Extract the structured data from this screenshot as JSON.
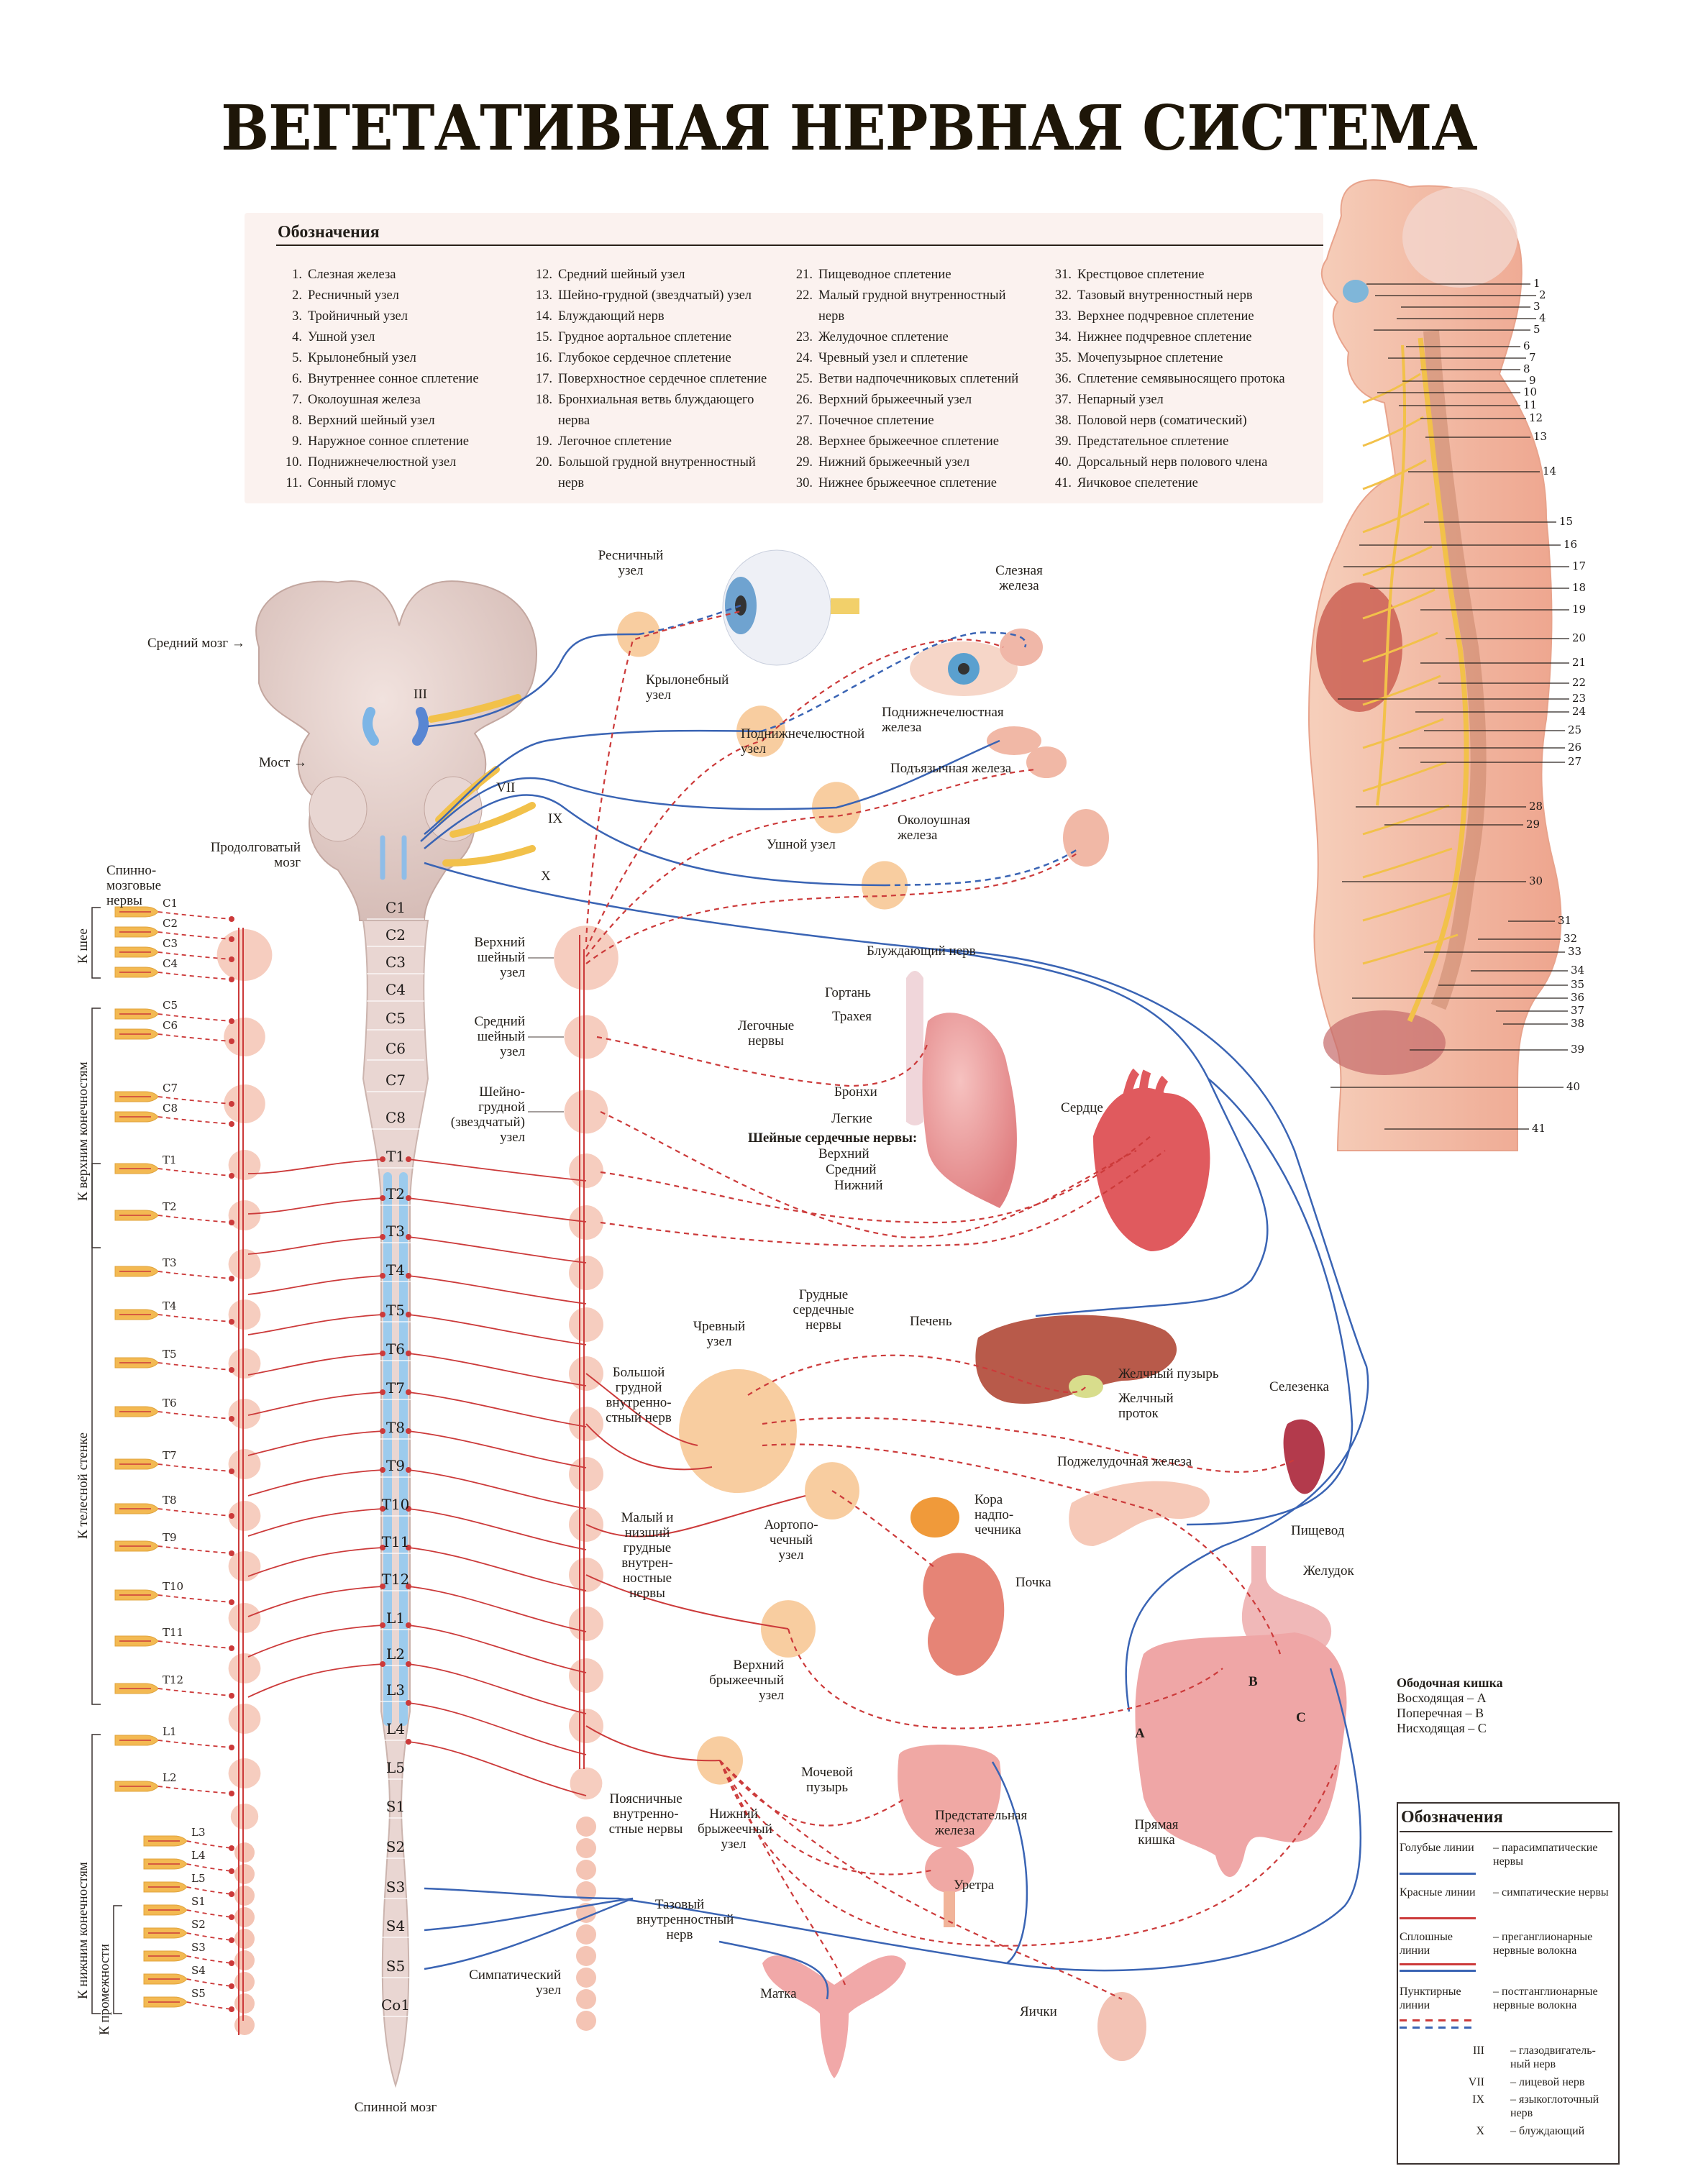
{
  "title": "ВЕГЕТАТИВНАЯ НЕРВНАЯ СИСТЕМА",
  "legend_top": {
    "heading": "Обозначения",
    "items": [
      {
        "n": "1.",
        "t": "Слезная железа"
      },
      {
        "n": "2.",
        "t": "Ресничный узел"
      },
      {
        "n": "3.",
        "t": "Тройничный узел"
      },
      {
        "n": "4.",
        "t": "Ушной узел"
      },
      {
        "n": "5.",
        "t": "Крылонебный узел"
      },
      {
        "n": "6.",
        "t": "Внутреннее сонное сплетение"
      },
      {
        "n": "7.",
        "t": "Околоушная железа"
      },
      {
        "n": "8.",
        "t": "Верхний шейный узел"
      },
      {
        "n": "9.",
        "t": "Наружное сонное сплетение"
      },
      {
        "n": "10.",
        "t": "Поднижнечелюстной узел"
      },
      {
        "n": "11.",
        "t": "Сонный гломус"
      },
      {
        "n": "12.",
        "t": "Средний шейный узел"
      },
      {
        "n": "13.",
        "t": "Шейно-грудной (звездчатый) узел"
      },
      {
        "n": "14.",
        "t": "Блуждающий нерв"
      },
      {
        "n": "15.",
        "t": "Грудное аортальное сплетение"
      },
      {
        "n": "16.",
        "t": "Глубокое сердечное сплетение"
      },
      {
        "n": "17.",
        "t": "Поверхностное сердечное сплетение"
      },
      {
        "n": "18.",
        "t": "Бронхиальная ветвь блуждающего нерва"
      },
      {
        "n": "19.",
        "t": "Легочное сплетение"
      },
      {
        "n": "20.",
        "t": "Большой грудной внутренностный нерв"
      },
      {
        "n": "21.",
        "t": "Пищеводное сплетение"
      },
      {
        "n": "22.",
        "t": "Малый грудной внутренностный нерв"
      },
      {
        "n": "23.",
        "t": "Желудочное сплетение"
      },
      {
        "n": "24.",
        "t": "Чревный узел и сплетение"
      },
      {
        "n": "25.",
        "t": "Ветви надпочечниковых сплетений"
      },
      {
        "n": "26.",
        "t": "Верхний брыжеечный узел"
      },
      {
        "n": "27.",
        "t": "Почечное сплетение"
      },
      {
        "n": "28.",
        "t": "Верхнее брыжеечное сплетение"
      },
      {
        "n": "29.",
        "t": "Нижний брыжеечный узел"
      },
      {
        "n": "30.",
        "t": "Нижнее брыжеечное сплетение"
      },
      {
        "n": "31.",
        "t": "Крестцовое сплетение"
      },
      {
        "n": "32.",
        "t": "Тазовый внутренностный нерв"
      },
      {
        "n": "33.",
        "t": "Верхнее подчревное сплетение"
      },
      {
        "n": "34.",
        "t": "Нижнее подчревное сплетение"
      },
      {
        "n": "35.",
        "t": "Мочепузырное сплетение"
      },
      {
        "n": "36.",
        "t": "Сплетение семявыносящего протока"
      },
      {
        "n": "37.",
        "t": "Непарный узел"
      },
      {
        "n": "38.",
        "t": "Половой нерв (соматический)"
      },
      {
        "n": "39.",
        "t": "Предстательное сплетение"
      },
      {
        "n": "40.",
        "t": "Дорсальный нерв полового члена"
      },
      {
        "n": "41.",
        "t": "Яичковое спелетение"
      }
    ]
  },
  "body_figure_numbers": [
    "1",
    "2",
    "3",
    "4",
    "5",
    "6",
    "7",
    "8",
    "9",
    "10",
    "11",
    "12",
    "13",
    "14",
    "15",
    "16",
    "17",
    "18",
    "19",
    "20",
    "21",
    "22",
    "23",
    "24",
    "25",
    "26",
    "27",
    "28",
    "29",
    "30",
    "31",
    "32",
    "33",
    "34",
    "35",
    "36",
    "37",
    "38",
    "39",
    "40",
    "41"
  ],
  "brain_labels": {
    "midbrain": "Средний мозг",
    "pons": "Мост",
    "medulla": "Продолговатый мозг",
    "spinal_nerves": "Спинно-мозговые нервы",
    "spinal_cord": "Спинной мозг",
    "cn_III": "III",
    "cn_VII": "VII",
    "cn_IX": "IX",
    "cn_X": "X"
  },
  "spinal_segments": [
    "C1",
    "C2",
    "C3",
    "C4",
    "C5",
    "C6",
    "C7",
    "C8",
    "T1",
    "T2",
    "T3",
    "T4",
    "T5",
    "T6",
    "T7",
    "T8",
    "T9",
    "T10",
    "T11",
    "T12",
    "L1",
    "L2",
    "L3",
    "L4",
    "L5",
    "S1",
    "S2",
    "S3",
    "S4",
    "S5",
    "Co1"
  ],
  "left_nerves": [
    "C1",
    "C2",
    "C3",
    "C4",
    "C5",
    "C6",
    "C7",
    "C8",
    "T1",
    "T2",
    "T3",
    "T4",
    "T5",
    "T6",
    "T7",
    "T8",
    "T9",
    "T10",
    "T11",
    "T12",
    "L1",
    "L2",
    "L3",
    "L4",
    "L5",
    "S1",
    "S2",
    "S3",
    "S4",
    "S5"
  ],
  "left_groups": {
    "neck": "К шее",
    "upper_limbs": "К верхним конечностям",
    "body_wall": "К телесной стенке",
    "lower_limbs": "К нижним конечностям",
    "perineum": "К промежности"
  },
  "ganglia_labels": {
    "superior_cervical": "Верхний шейный узел",
    "middle_cervical": "Средний шейный узел",
    "cervicothoracic": "Шейно-грудной (звездчатый) узел",
    "sympathetic": "Симпатический узел",
    "ciliary": "Ресничный узел",
    "pterygopalatine": "Крылонебный узел",
    "submandibular": "Поднижнечелюстной узел",
    "otic": "Ушной узел",
    "celiac": "Чревный узел",
    "aorticorenal": "Аортопо-чечный узел",
    "sup_mesenteric": "Верхний брыжеечный узел",
    "inf_mesenteric": "Нижний брыжеечный узел"
  },
  "nerve_labels": {
    "vagus": "Блуждающий нерв",
    "pulmonary": "Легочные нервы",
    "cervical_cardiac": "Шейные сердечные нервы:",
    "cc_upper": "Верхний",
    "cc_middle": "Средний",
    "cc_lower": "Нижний",
    "thoracic_cardiac": "Грудные сердечные нервы",
    "greater_splanchnic": "Большой грудной внутренно-стный нерв",
    "lesser_splanchnic": "Малый и низший грудные внутрен-ностные нервы",
    "lumbar_splanchnic": "Поясничные внутренно-стные нервы",
    "pelvic_splanchnic": "Тазовый внутренностный нерв"
  },
  "organ_labels": {
    "lacrimal": "Слезная железа",
    "submandibular_gland": "Поднижнечелюстная железа",
    "sublingual": "Подъязычная железа",
    "parotid": "Околоушная железа",
    "larynx": "Гортань",
    "trachea": "Трахея",
    "bronchi": "Бронхи",
    "lungs": "Легкие",
    "heart": "Сердце",
    "liver": "Печень",
    "gallbladder": "Желчный пузырь",
    "bile_duct": "Желчный проток",
    "spleen": "Селезенка",
    "pancreas": "Поджелудочная железа",
    "adrenal": "Кора надпо-чечника",
    "kidney": "Почка",
    "esophagus": "Пищевод",
    "stomach": "Желудок",
    "rectum": "Прямая кишка",
    "bladder": "Мочевой пузырь",
    "prostate": "Предстательная железа",
    "urethra": "Уретра",
    "uterus": "Матка",
    "testes": "Яички",
    "colon_A": "A",
    "colon_B": "B",
    "colon_C": "C"
  },
  "colon_legend": {
    "title": "Ободочная кишка",
    "ascending": "Восходящая – A",
    "transverse": "Поперечная – B",
    "descending": "Нисходящая – C"
  },
  "legend_bottom": {
    "heading": "Обозначения",
    "rows": [
      {
        "key": "Голубые линии",
        "desc": "– парасимпатические нервы"
      },
      {
        "key": "Красные линии",
        "desc": "– симпатические нервы"
      },
      {
        "key": "Сплошные линии",
        "desc": "– преганглионарные нервные волокна"
      },
      {
        "key": "Пунктирные линии",
        "desc": "– постганглионарные нервные волокна"
      }
    ],
    "cranial": [
      {
        "key": "III",
        "desc": "– глазодвигатель-ный нерв"
      },
      {
        "key": "VII",
        "desc": "– лицевой нерв"
      },
      {
        "key": "IX",
        "desc": "– языкоглоточный нерв"
      },
      {
        "key": "X",
        "desc": "– блуждающий"
      }
    ]
  },
  "colors": {
    "parasympathetic": "#3a64b4",
    "sympathetic": "#cc3a3a",
    "ganglion_sym": "#f4c4b4",
    "ganglion_para": "#f7c896",
    "cord": "#e9d6d2",
    "cord_blue": "#9ccbed",
    "nerve_yellow": "#f2c14a",
    "organ_pink": "#ec9d9c",
    "liver": "#b85a4a",
    "spleen": "#b33a4c",
    "body_skin": "#f3c2ab"
  }
}
